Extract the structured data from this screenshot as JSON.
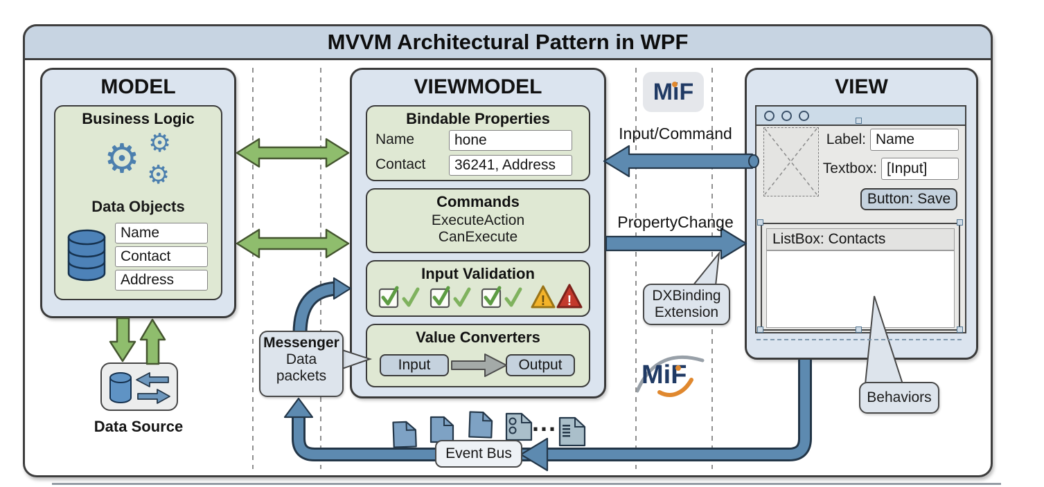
{
  "title": "MVVM Architectural Pattern in WPF",
  "model": {
    "title": "MODEL",
    "business_logic": "Business Logic",
    "data_objects": "Data Objects",
    "fields": [
      "Name",
      "Contact",
      "Address"
    ],
    "data_source": "Data Source"
  },
  "viewmodel": {
    "title": "VIEWMODEL",
    "bindable": {
      "title": "Bindable Properties",
      "row1_label": "Name",
      "row1_value": "hone",
      "row2_label": "Contact",
      "row2_value": "36241, Address"
    },
    "commands": {
      "title": "Commands",
      "line1": "ExecuteAction",
      "line2": "CanExecute"
    },
    "validation": {
      "title": "Input Validation"
    },
    "converters": {
      "title": "Value Converters",
      "input": "Input",
      "output": "Output"
    }
  },
  "view": {
    "title": "VIEW",
    "label_caption": "Label:",
    "label_value": "Name",
    "textbox_caption": "Textbox:",
    "textbox_value": "[Input]",
    "button": "Button: Save",
    "listbox": "ListBox: Contacts"
  },
  "connectors": {
    "input_command": "Input/Command",
    "property_change": "PropertyChange",
    "dx_line1": "DXBinding",
    "dx_line2": "Extension",
    "behaviors": "Behaviors",
    "event_bus": "Event Bus",
    "messenger_title": "Messenger",
    "messenger_line1": "Data",
    "messenger_line2": "packets",
    "ellipsis": "..."
  },
  "logo": {
    "m": "M",
    "i": "i",
    "f": "F"
  },
  "icons": {
    "gear": "⚙"
  },
  "colors": {
    "header": "#c7d4e2",
    "panel_blue": "#dbe4ef",
    "panel_green": "#dfe8d3",
    "arrow_green": "#8fbd6d",
    "arrow_blue": "#5d8ab0",
    "warn_yellow": "#f3b32a",
    "warn_red": "#c3392c",
    "logo_navy": "#203a64",
    "logo_orange": "#e0882e"
  }
}
